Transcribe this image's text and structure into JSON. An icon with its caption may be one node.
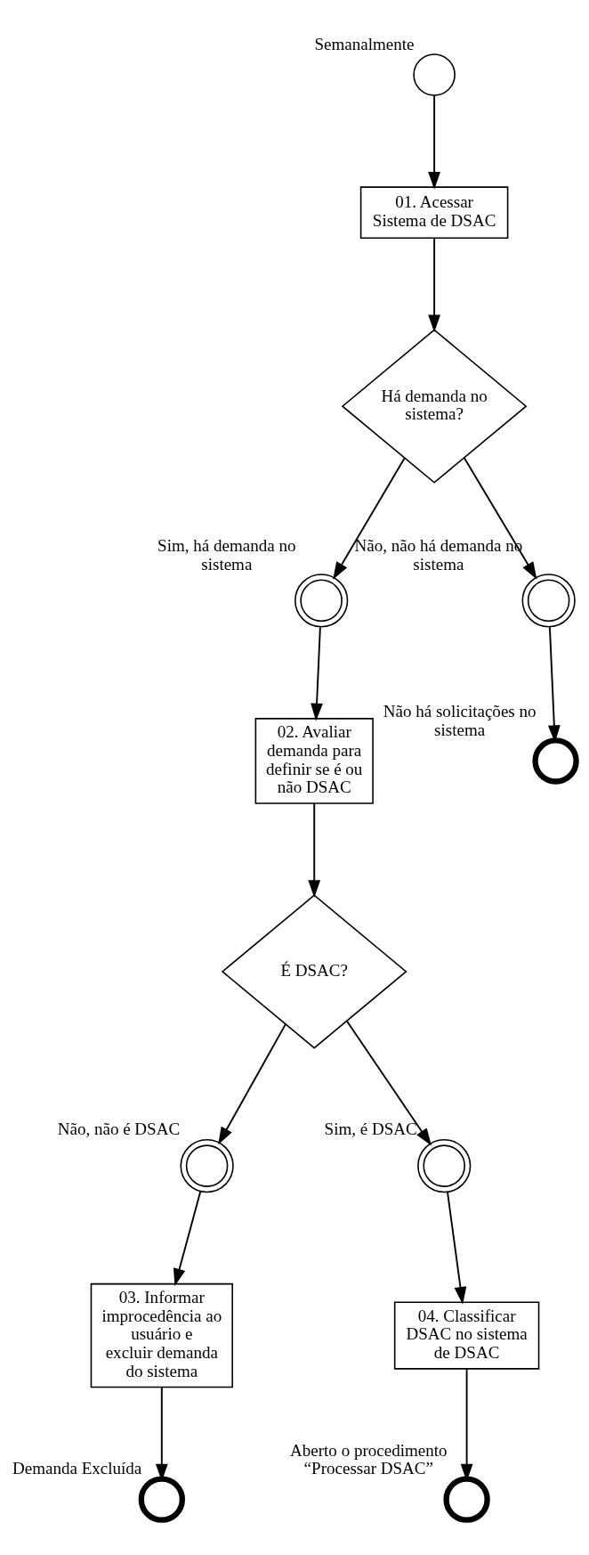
{
  "diagram": {
    "nodes": [
      {
        "text": [],
        "shape": "circle",
        "beside": [
          "Semanalmente"
        ]
      },
      {
        "text": [
          "01. Acessar Sistema de DSAC"
        ]
      },
      {
        "text": [
          "Há demanda no sistema?"
        ]
      },
      {
        "text": [],
        "shape": "circle",
        "beside": [
          "Sim, há demanda no sistema"
        ]
      },
      {
        "text": [],
        "shape": "circle",
        "beside": [
          "Não, não há demanda no sistema"
        ]
      },
      {
        "text": [
          "02. Avaliar demanda para definir se é ou não DSAC"
        ]
      },
      {
        "text": [],
        "shape": "circle",
        "beside": [
          "Não há solicitações no sistema"
        ]
      },
      {
        "text": [
          "É DSAC?"
        ]
      },
      {
        "text": [],
        "shape": "circle",
        "beside": [
          "Não, não é DSAC"
        ]
      },
      {
        "text": [],
        "shape": "circle",
        "beside": [
          "Sim, é DSAC"
        ]
      },
      {
        "text": [
          "03. Informar improcedência ao usuário e excluir demanda do sistema"
        ]
      },
      {
        "text": [
          "04. Classificar DSAC no sistema de DSAC"
        ]
      },
      {
        "text": [],
        "shape": "circle",
        "beside": [
          "Demanda Excluída"
        ]
      },
      {
        "text": [],
        "shape": "circle",
        "beside": [
          "Aberto o procedimento “Processar DSAC”"
        ]
      }
    ],
    "edges": [
      {
        "from": 0,
        "to": 1,
        "arrow": "to"
      },
      {
        "from": 1,
        "to": 2,
        "arrow": "to"
      },
      {
        "from": 2,
        "to": 3,
        "arrow": "to"
      },
      {
        "from": 2,
        "to": 4,
        "arrow": "to"
      },
      {
        "from": 3,
        "to": 5,
        "arrow": "to"
      },
      {
        "from": 4,
        "to": 6,
        "arrow": "to"
      },
      {
        "from": 5,
        "to": 7,
        "arrow": "to"
      },
      {
        "from": 7,
        "to": 8,
        "arrow": "to"
      },
      {
        "from": 7,
        "to": 9,
        "arrow": "to"
      },
      {
        "from": 8,
        "to": 10,
        "arrow": "to"
      },
      {
        "from": 9,
        "to": 11,
        "arrow": "to"
      },
      {
        "from": 10,
        "to": 12,
        "arrow": "to"
      },
      {
        "from": 11,
        "to": 13,
        "arrow": "to"
      }
    ]
  }
}
